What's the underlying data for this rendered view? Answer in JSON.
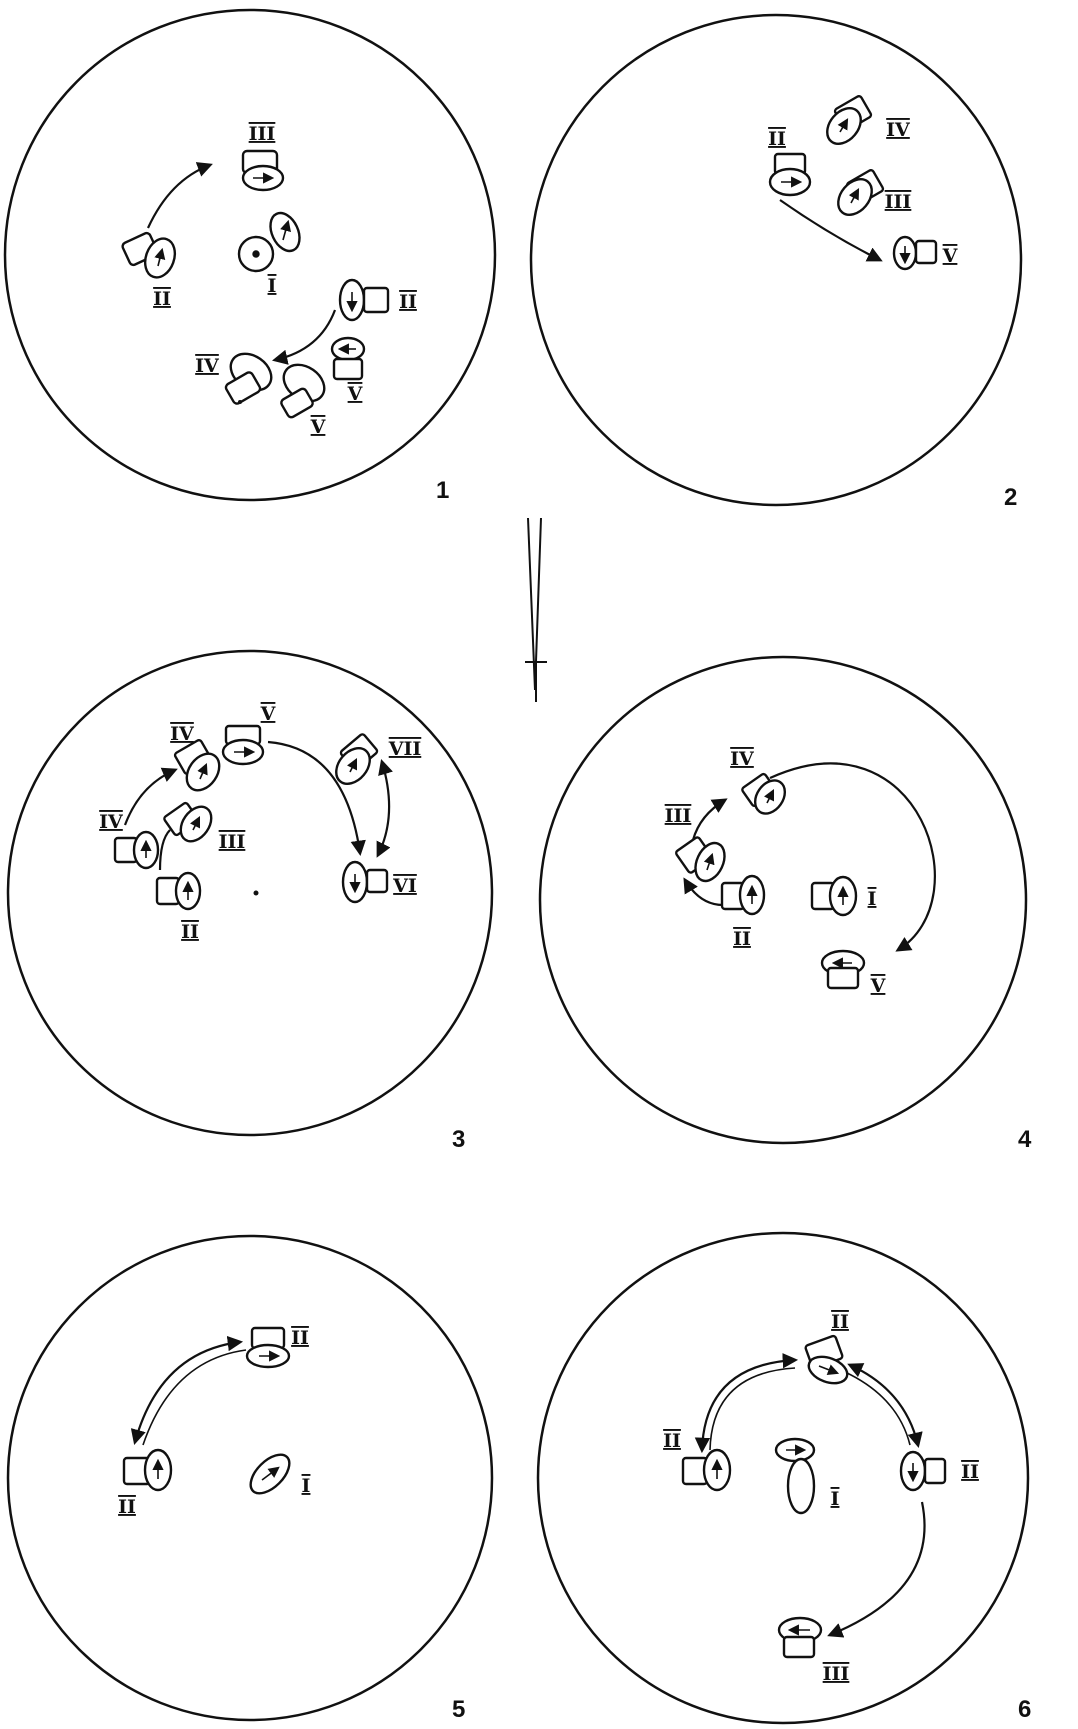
{
  "figure": {
    "ink_color": "#111111",
    "background": "#ffffff",
    "separator_glyph": "downward-arrow",
    "panels": [
      {
        "number": "1",
        "cells": [
          {
            "id": "c1-III",
            "label": "III",
            "kind": "square-oval",
            "arrow": "right"
          },
          {
            "id": "c1-I",
            "label": "I",
            "kind": "round-with-oval",
            "arrow": "up"
          },
          {
            "id": "c1-IIa",
            "label": "II",
            "kind": "square-oval",
            "arrow": "up"
          },
          {
            "id": "c1-IIb",
            "label": "II",
            "kind": "square-oval",
            "arrow": "down"
          },
          {
            "id": "c1-IV",
            "label": "IV",
            "kind": "square-oval",
            "arrow": "none"
          },
          {
            "id": "c1-Va",
            "label": "V",
            "kind": "square-oval",
            "arrow": "none"
          },
          {
            "id": "c1-Vb",
            "label": "V",
            "kind": "square-oval",
            "arrow": "left"
          }
        ],
        "arrows": [
          {
            "from": "II",
            "to": "III"
          },
          {
            "from": "II",
            "to": "IV"
          }
        ]
      },
      {
        "number": "2",
        "cells": [
          {
            "id": "c2-II",
            "label": "II",
            "kind": "square-oval",
            "arrow": "right"
          },
          {
            "id": "c2-IV",
            "label": "IV",
            "kind": "square-oval",
            "arrow": "up"
          },
          {
            "id": "c2-III",
            "label": "III",
            "kind": "square-oval",
            "arrow": "up"
          },
          {
            "id": "c2-V",
            "label": "V",
            "kind": "square-oval",
            "arrow": "down"
          }
        ],
        "arrows": [
          {
            "from": "II",
            "to": "V"
          }
        ]
      },
      {
        "number": "3",
        "cells": [
          {
            "id": "c3-IVa",
            "label": "IV",
            "kind": "square-oval",
            "arrow": "up"
          },
          {
            "id": "c3-V",
            "label": "V",
            "kind": "square-oval",
            "arrow": "right"
          },
          {
            "id": "c3-VII",
            "label": "VII",
            "kind": "square-oval",
            "arrow": "up"
          },
          {
            "id": "c3-IVb",
            "label": "IV",
            "kind": "square-oval",
            "arrow": "up"
          },
          {
            "id": "c3-III",
            "label": "III",
            "kind": "square-oval",
            "arrow": "up"
          },
          {
            "id": "c3-II",
            "label": "II",
            "kind": "square-oval",
            "arrow": "up"
          },
          {
            "id": "c3-VI",
            "label": "VI",
            "kind": "square-oval",
            "arrow": "down"
          }
        ],
        "arrows": [
          {
            "from": "IV",
            "to": "IV"
          },
          {
            "from": "II",
            "to": "III"
          },
          {
            "from": "V",
            "to": "VI"
          },
          {
            "from": "VI",
            "to": "VII"
          }
        ]
      },
      {
        "number": "4",
        "cells": [
          {
            "id": "c4-IV",
            "label": "IV",
            "kind": "square-oval",
            "arrow": "up"
          },
          {
            "id": "c4-III",
            "label": "III",
            "kind": "square-oval",
            "arrow": "up"
          },
          {
            "id": "c4-II",
            "label": "II",
            "kind": "square-oval",
            "arrow": "up"
          },
          {
            "id": "c4-I",
            "label": "I",
            "kind": "square-oval",
            "arrow": "up"
          },
          {
            "id": "c4-V",
            "label": "V",
            "kind": "square-oval",
            "arrow": "left"
          }
        ],
        "arrows": [
          {
            "from": "III",
            "to": "IV"
          },
          {
            "from": "II",
            "to": "III"
          },
          {
            "from": "IV",
            "to": "V"
          }
        ]
      },
      {
        "number": "5",
        "cells": [
          {
            "id": "c5-IIa",
            "label": "II",
            "kind": "square-oval",
            "arrow": "right"
          },
          {
            "id": "c5-IIb",
            "label": "II",
            "kind": "square-oval",
            "arrow": "up"
          },
          {
            "id": "c5-I",
            "label": "I",
            "kind": "oval",
            "arrow": "right"
          }
        ],
        "arrows": [
          {
            "from": "II",
            "to": "II",
            "double": true
          }
        ]
      },
      {
        "number": "6",
        "cells": [
          {
            "id": "c6-IIa",
            "label": "II",
            "kind": "square-oval",
            "arrow": "right"
          },
          {
            "id": "c6-IIb",
            "label": "II",
            "kind": "square-oval",
            "arrow": "up"
          },
          {
            "id": "c6-IIc",
            "label": "II",
            "kind": "square-oval",
            "arrow": "down"
          },
          {
            "id": "c6-I",
            "label": "I",
            "kind": "oval-pair",
            "arrow": "right"
          },
          {
            "id": "c6-III",
            "label": "III",
            "kind": "square-oval",
            "arrow": "left"
          }
        ],
        "arrows": [
          {
            "from": "II",
            "to": "II",
            "double": true
          },
          {
            "from": "II",
            "to": "II",
            "double": true
          },
          {
            "from": "II",
            "to": "III"
          }
        ]
      }
    ]
  }
}
